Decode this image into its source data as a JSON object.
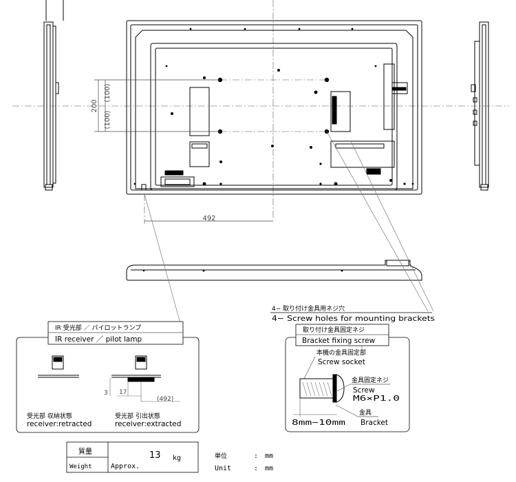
{
  "dimensions": {
    "vertical_total": "200",
    "vertical_half_upper": "(100)",
    "vertical_half_lower": "(100)",
    "horizontal_offset": "492"
  },
  "callouts": {
    "screw_holes_jp": "4− 取り付け金具用ネジ穴",
    "screw_holes_en": "4− Screw holes for mounting brackets"
  },
  "ir_panel": {
    "title_jp": "IR 受光部  ／  パイロットランプ",
    "title_en": "IR receiver  ／ pilot lamp",
    "dim_height": "3",
    "dim_offset": "17",
    "dim_ref": "(492)",
    "retracted_jp": "受光部  収納状態",
    "retracted_en": "receiver:retracted",
    "extracted_jp": "受光部  引出状態",
    "extracted_en": "receiver:extracted"
  },
  "bracket_panel": {
    "title_jp": "取り付け金具固定ネジ",
    "title_en": "Bracket fixing screw",
    "socket_jp": "本機の金具固定部",
    "socket_en": "Screw  socket",
    "screw_jp": "金具固定ネジ",
    "screw_en": "Screw",
    "screw_spec": "M6×P1.0",
    "depth": "8mm−10mm",
    "bracket_jp": "金具",
    "bracket_en": "Bracket"
  },
  "weight_table": {
    "label_jp": "質量",
    "label_en": "Weight",
    "value": "13",
    "unit": "kg",
    "approx": "Approx."
  },
  "unit_note": {
    "label_jp": "単位",
    "label_en": "Unit",
    "sep": ":",
    "value_jp": "mm",
    "value_en": "mm"
  }
}
